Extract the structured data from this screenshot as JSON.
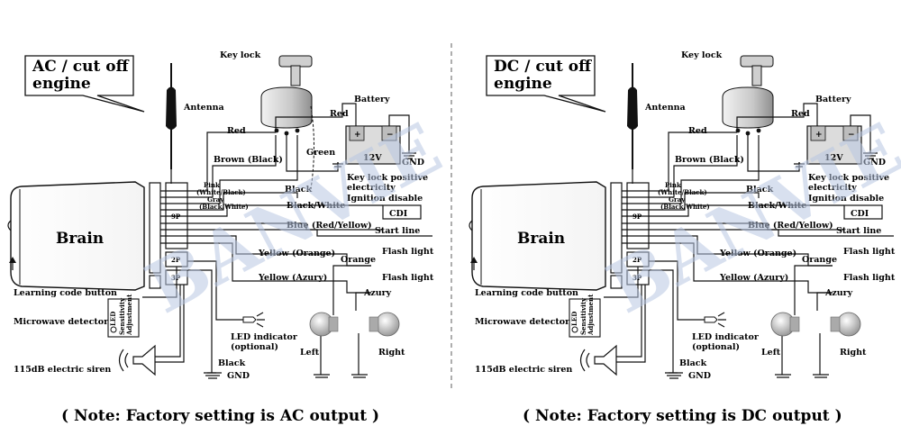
{
  "watermark": "BANVIE",
  "panels": [
    {
      "id": "ac",
      "title_line1": "AC / cut off",
      "title_line2": "engine",
      "note": "( Note: Factory setting is AC output )",
      "labels": {
        "key_lock": "Key lock",
        "antenna": "Antenna",
        "red1": "Red",
        "red2": "Red",
        "battery": "Battery",
        "battery_volt": "12V",
        "gnd_top": "GND",
        "brown": "Brown (Black)",
        "green": "Green",
        "black1": "Black",
        "pink": "Pink",
        "white_black": "(White/Black)",
        "gray": "Gray",
        "black_white_small": "(Black/White)",
        "black_white": "Black/White",
        "key_lock_pos1": "Key lock positive",
        "key_lock_pos2": "electricity",
        "ignition": "Ignition disable",
        "cdi": "CDI",
        "blue": "Blue (Red/Yellow)",
        "start_line": "Start line",
        "nine_p": "9P",
        "two_p": "2P",
        "three_p": "3P",
        "brain": "Brain",
        "yellow_orange": "Yellow (Orange)",
        "flash_light1": "Flash light",
        "orange": "Orange",
        "yellow_azury": "Yellow (Azury)",
        "flash_light2": "Flash light",
        "azury": "Azury",
        "learning": "Learning code button",
        "microwave": "Microwave detector",
        "led_vert": "LED",
        "sensitivity": "Sensitivity",
        "adjustment": "Adjustment",
        "led_ind1": "LED indicator",
        "led_ind2": "(optional)",
        "left": "Left",
        "right": "Right",
        "siren": "115dB electric siren",
        "black2": "Black",
        "gnd_bottom": "GND"
      }
    },
    {
      "id": "dc",
      "title_line1": "DC / cut off",
      "title_line2": "engine",
      "note": "( Note: Factory setting is DC output )",
      "labels": {
        "key_lock": "Key lock",
        "antenna": "Antenna",
        "red1": "Red",
        "red2": "Red",
        "battery": "Battery",
        "battery_volt": "12V",
        "gnd_top": "GND",
        "brown": "Brown (Black)",
        "green": "",
        "black1": "Black",
        "pink": "Pink",
        "white_black": "(White/Black)",
        "gray": "Gray",
        "black_white_small": "(Black/White)",
        "black_white": "Black/White",
        "key_lock_pos1": "Key lock positive",
        "key_lock_pos2": "electricity",
        "ignition": "Ignition disable",
        "cdi": "CDI",
        "blue": "Blue (Red/Yellow)",
        "start_line": "Start line",
        "nine_p": "9P",
        "two_p": "2P",
        "three_p": "3P",
        "brain": "Brain",
        "yellow_orange": "Yellow (Orange)",
        "flash_light1": "Flash light",
        "orange": "Orange",
        "yellow_azury": "Yellow (Azury)",
        "flash_light2": "Flash light",
        "azury": "Azury",
        "learning": "Learning code button",
        "microwave": "Microwave detector",
        "led_vert": "LED",
        "sensitivity": "Sensitivity",
        "adjustment": "Adjustment",
        "led_ind1": "LED indicator",
        "led_ind2": "(optional)",
        "left": "Left",
        "right": "Right",
        "siren": "115dB electric siren",
        "black2": "Black",
        "gnd_bottom": "GND"
      }
    }
  ],
  "colors": {
    "line": "#111111",
    "watermark": "#b8c6e2",
    "lock_body": "#d9d9d9",
    "battery_fill": "#dcdcdc",
    "lamp": "#d8d8d8"
  }
}
